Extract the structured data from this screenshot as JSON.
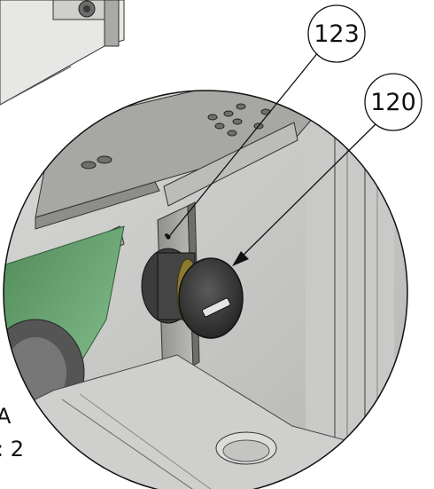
{
  "callouts": [
    {
      "id": "123",
      "label": "123"
    },
    {
      "id": "120",
      "label": "120"
    }
  ],
  "detail_view": {
    "letter": "A",
    "scale_text": ": 2"
  },
  "colors": {
    "line": "#1a1a1a",
    "panel": "#b8b8b6",
    "plate": "#9a9a96",
    "green_part": "#5f9a66",
    "lock_brass": "#8b7a2f",
    "lock_body": "#3a3a3a"
  }
}
